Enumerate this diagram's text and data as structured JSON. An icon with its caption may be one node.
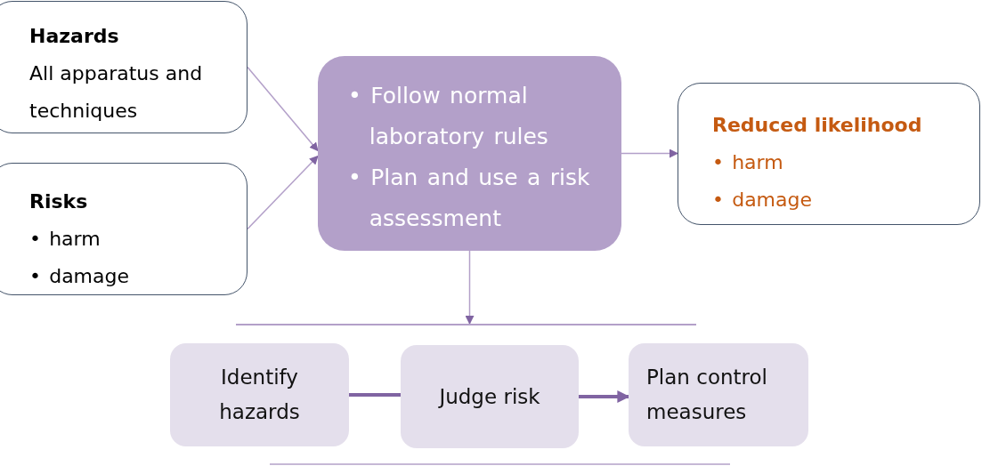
{
  "diagram": {
    "nodes": [
      {
        "text": [
          "Hazards",
          "All apparatus and techniques"
        ]
      },
      {
        "text": [
          "Risks",
          "• harm",
          "• damage"
        ]
      },
      {
        "text": [
          "• Follow normal laboratory rules",
          "• Plan and use a risk assessment"
        ]
      },
      {
        "text": [
          "Reduced likelihood",
          "• harm",
          "• damage"
        ]
      },
      {
        "text": [],
        "shape": "bar"
      },
      {
        "text": [
          "Identify hazards"
        ]
      },
      {
        "text": [
          "Judge risk"
        ]
      },
      {
        "text": [
          "Plan control measures"
        ]
      }
    ],
    "edges": [
      {
        "from": 0,
        "to": 2,
        "arrow": "to"
      },
      {
        "from": 1,
        "to": 2,
        "arrow": "to"
      },
      {
        "from": 2,
        "to": 3,
        "arrow": "to"
      },
      {
        "from": 2,
        "to": 4,
        "arrow": "to"
      },
      {
        "from": 5,
        "to": 6,
        "arrow": "none",
        "style": "thick"
      },
      {
        "from": 6,
        "to": 7,
        "arrow": "to",
        "style": "thick"
      }
    ]
  }
}
